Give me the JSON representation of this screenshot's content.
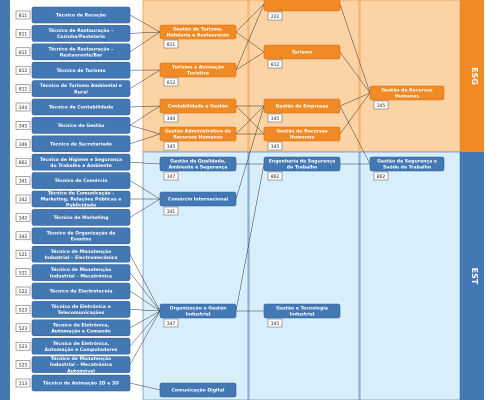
{
  "colors": {
    "orange_band": "#f7a04a",
    "orange_band_light": "#fbd3a5",
    "orange_node": "#f08a24",
    "orange_dark": "#e06d10",
    "blue_band": "#a9d3f3",
    "blue_band_light": "#d9eefb",
    "blue_node": "#4378b4",
    "blue_dark": "#2f5f98",
    "code_box_border": "#555555"
  },
  "sides": {
    "esg": "ESG",
    "est": "EST"
  },
  "courses": [
    {
      "code": "811",
      "label": "Técnico de Receção"
    },
    {
      "code": "811",
      "label": "Técnico de Restauração – Cozinha/Pastelaria"
    },
    {
      "code": "811",
      "label": "Técnico de Restauração – Restaurante/Bar"
    },
    {
      "code": "812",
      "label": "Técnico de Turismo"
    },
    {
      "code": "812",
      "label": "Técnico de Turismo Ambiental e Rural"
    },
    {
      "code": "344",
      "label": "Técnico de Contabilidade"
    },
    {
      "code": "345",
      "label": "Técnico de Gestão"
    },
    {
      "code": "346",
      "label": "Técnico de Secretariado"
    },
    {
      "code": "862",
      "label": "Técnico de Higiene e Segurança do Trabalho e Ambiente"
    },
    {
      "code": "341",
      "label": "Técnico de Comércio"
    },
    {
      "code": "342",
      "label": "Técnico de Comunicação - Marketing, Relações Públicas e Publicidade"
    },
    {
      "code": "342",
      "label": "Técnico de Marketing"
    },
    {
      "code": "342",
      "label": "Técnico de Organização de Eventos"
    },
    {
      "code": "521",
      "label": "Técnico de Manutenção Industrial – Electromecânica"
    },
    {
      "code": "521",
      "label": "Técnico de Manutenção Industrial – Mecatrónica"
    },
    {
      "code": "522",
      "label": "Técnico de Electrotecnia"
    },
    {
      "code": "523",
      "label": "Técnico de Eletrónica e Telecomunicações"
    },
    {
      "code": "523",
      "label": "Técnico de Eletrónica, Automação e Comando"
    },
    {
      "code": "523",
      "label": "Técnico de Eletrónica, Automação e Computadores"
    },
    {
      "code": "525",
      "label": "Técnico de Manutenção Industrial – Mecatrónica Automóvel"
    },
    {
      "code": "213",
      "label": "Técnico de Animação 2D e 3D"
    }
  ],
  "ctesp": [
    {
      "code": "811",
      "label": "Gestão de Turismo, Hotelaria e Restauração"
    },
    {
      "code": "812",
      "label": "Turismo e Animação Turística"
    },
    {
      "code": "344",
      "label": "Contabilidade e Gestão"
    },
    {
      "code": "345",
      "label": "Gestão Administrativa de Recursos Humanos"
    },
    {
      "code": "347",
      "label": "Gestão da Qualidade, Ambiente e Segurança"
    },
    {
      "code": "341",
      "label": "Comércio Internacional"
    },
    {
      "code": "347",
      "label": "Organização e Gestão Industrial"
    },
    {
      "code": "",
      "label": "Comunicação Digital"
    }
  ],
  "licenciaturas": [
    {
      "code": "222",
      "label": ""
    },
    {
      "code": "812",
      "label": "Turismo"
    },
    {
      "code": "345",
      "label": "Gestão de Empresas"
    },
    {
      "code": "345",
      "label": "Gestão de Recursos Humanos"
    },
    {
      "code": "862",
      "label": "Engenharia da Segurança do Trabalho"
    },
    {
      "code": "345",
      "label": "Gestão e Tecnologia Industrial"
    }
  ],
  "mestrados": [
    {
      "code": "345",
      "label": "Gestão de Recursos Humanos"
    },
    {
      "code": "862",
      "label": "Gestão da Segurança e Saúde do Trabalho"
    }
  ]
}
